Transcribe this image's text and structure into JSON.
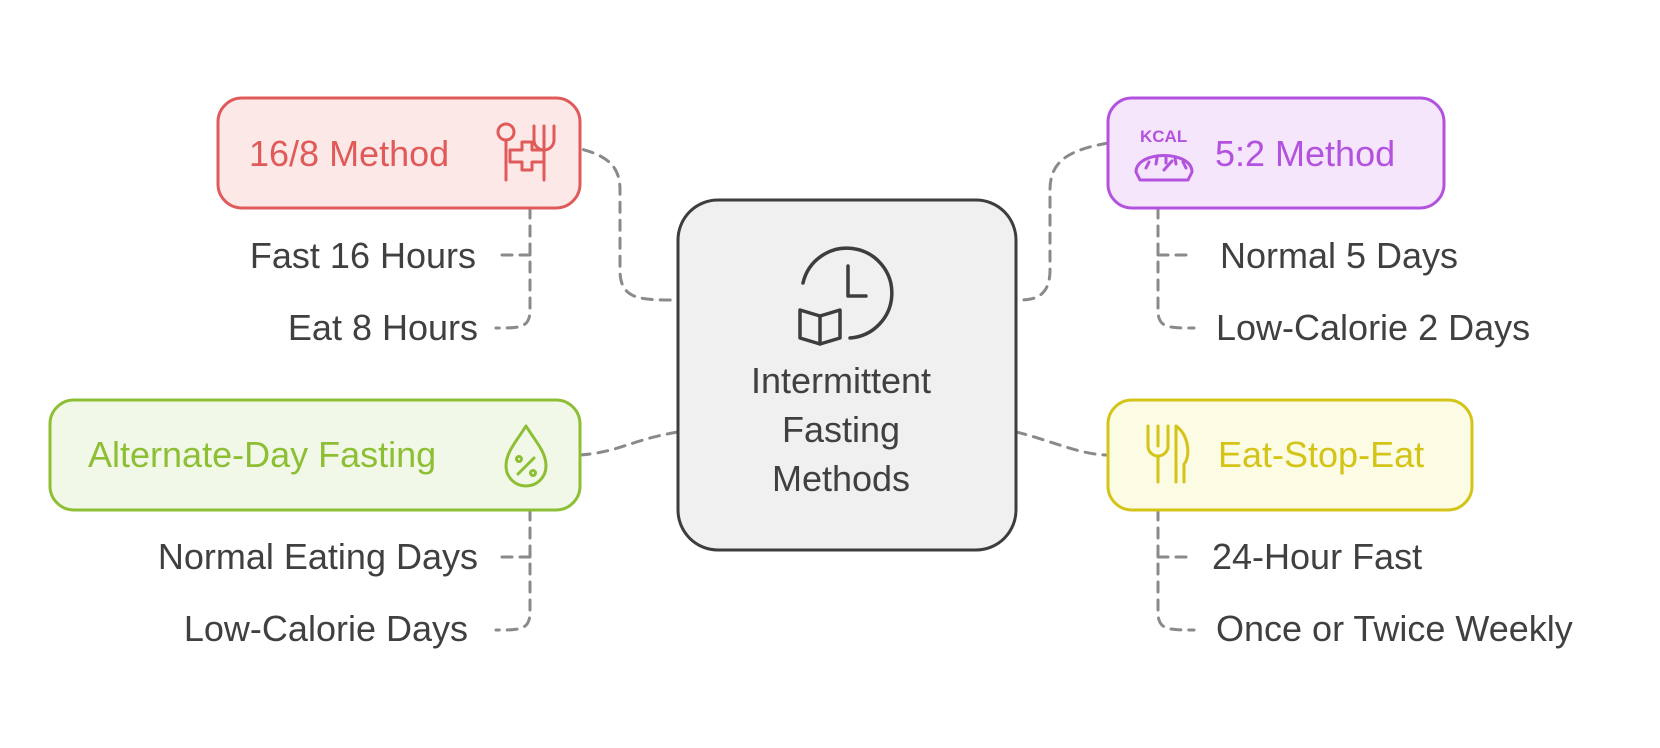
{
  "center": {
    "lines": [
      "Intermittent",
      "Fasting",
      "Methods"
    ],
    "icon": "clock-book-icon"
  },
  "methods": [
    {
      "id": "16-8",
      "label": "16/8 Method",
      "icon": "utensils-health-icon",
      "color": "#e05a5a",
      "fill": "#fde8e8",
      "items": [
        "Fast 16 Hours",
        "Eat 8 Hours"
      ]
    },
    {
      "id": "5-2",
      "label": "5:2 Method",
      "icon": "kcal-scale-icon",
      "color": "#b452e0",
      "fill": "#f6e6fb",
      "items": [
        "Normal 5 Days",
        "Low-Calorie 2 Days"
      ]
    },
    {
      "id": "adf",
      "label": "Alternate-Day Fasting",
      "icon": "drop-percent-icon",
      "color": "#8dbf34",
      "fill": "#f2f8e8",
      "items": [
        "Normal Eating Days",
        "Low-Calorie Days"
      ]
    },
    {
      "id": "ese",
      "label": "Eat-Stop-Eat",
      "icon": "fork-knife-icon",
      "color": "#d4c418",
      "fill": "#fcfbe4",
      "items": [
        "24-Hour Fast",
        "Once or Twice Weekly"
      ]
    }
  ],
  "colors": {
    "center_fill": "#f0f0f0",
    "center_stroke": "#3d3d3d",
    "connector": "#8a8a8a",
    "text": "#404040"
  }
}
